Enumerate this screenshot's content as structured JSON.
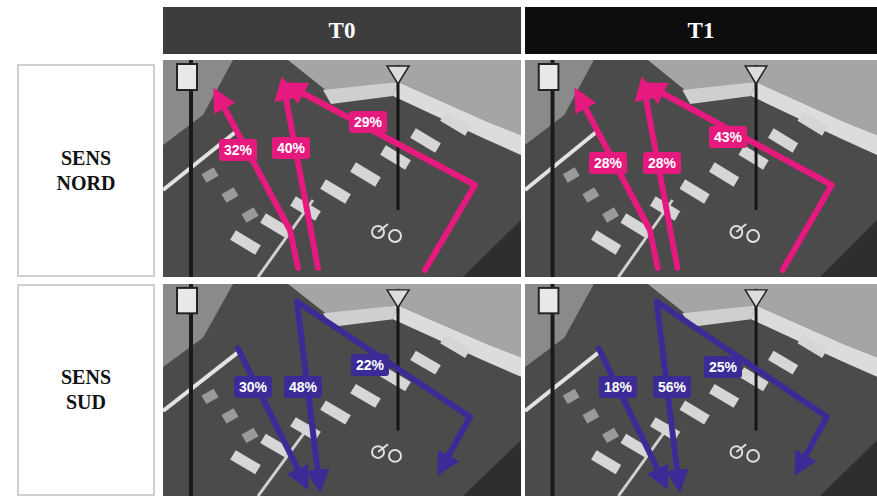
{
  "diagram": {
    "nodes": [
      {
        "text": [
          "T0"
        ]
      },
      {
        "text": [
          "T1"
        ]
      },
      {
        "text": [
          "SENS NORD"
        ]
      },
      {
        "text": [
          "32%"
        ]
      },
      {
        "text": [
          "40%"
        ]
      },
      {
        "text": [
          "29%"
        ]
      },
      {
        "text": [
          "28%"
        ]
      },
      {
        "text": [
          "28%"
        ]
      },
      {
        "text": [
          "43%"
        ]
      },
      {
        "text": [
          "SENS SUD"
        ]
      },
      {
        "text": [
          "30%"
        ]
      },
      {
        "text": [
          "48%"
        ]
      },
      {
        "text": [
          "22%"
        ]
      },
      {
        "text": [
          "18%"
        ]
      },
      {
        "text": [
          "56%"
        ]
      },
      {
        "text": [
          "25%"
        ]
      }
    ]
  }
}
